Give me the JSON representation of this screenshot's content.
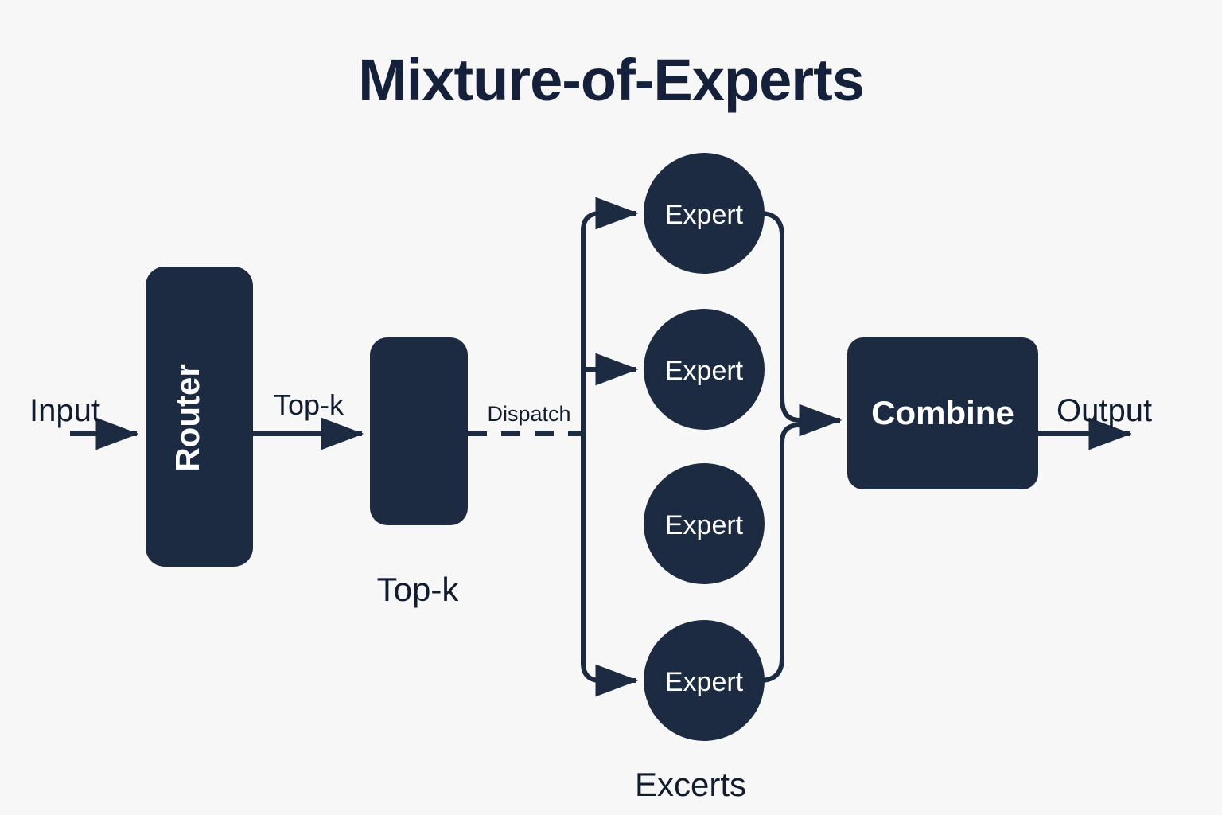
{
  "diagram": {
    "title": "Mixture-of-Experts",
    "background_color": "#f7f7f8",
    "node_color": "#1c2b42",
    "node_text_color": "#ffffff",
    "label_color": "#111c2e",
    "nodes": {
      "router": {
        "label": "Router",
        "orientation": "vertical"
      },
      "topk_box": {
        "label": ""
      },
      "combine": {
        "label": "Combine"
      },
      "experts": [
        {
          "label": "Expert"
        },
        {
          "label": "Expert"
        },
        {
          "label": "Expert"
        },
        {
          "label": "Expert"
        }
      ]
    },
    "captions": {
      "topk": "Top-k",
      "experts_group": "Excerts"
    },
    "edge_labels": {
      "input": "Input",
      "topk": "Top-k",
      "dispatch": "Dispatch",
      "output": "Output"
    }
  }
}
